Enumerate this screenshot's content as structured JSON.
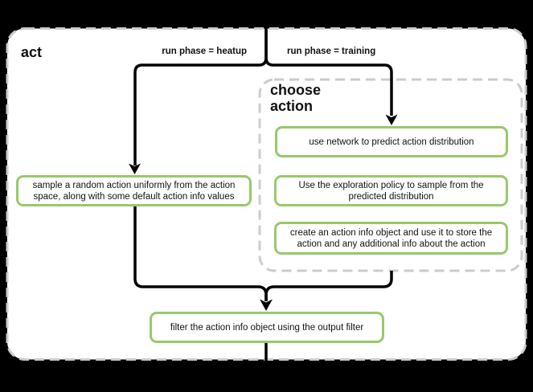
{
  "colors": {
    "background": "#000000",
    "panel_fill": "#ffffff",
    "dashed_border": "#cccccc",
    "connector": "#000000",
    "node_border": "#97c96c",
    "text": "#111111"
  },
  "panel": {
    "title": "act"
  },
  "branches": {
    "heatup_label": "run phase = heatup",
    "training_label": "run phase = training"
  },
  "group": {
    "title": "choose action"
  },
  "nodes": {
    "sample_random": "sample a random action uniformly from the action space, along with some default action info values",
    "use_network": "use network to predict action distribution",
    "exploration_policy": "Use the exploration policy to sample from the predicted distribution",
    "create_action_info": "create an action info object and use it to store the action and any additional info about the action",
    "filter_output": "filter the action info object using the output filter"
  }
}
